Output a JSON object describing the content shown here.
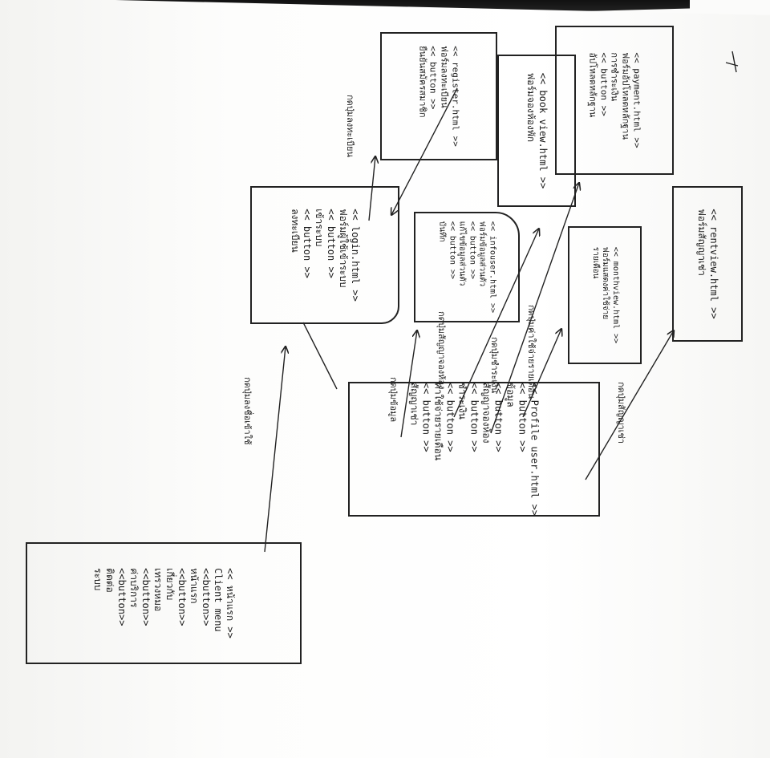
{
  "boxes": {
    "main": {
      "lines": [
        "<< หน้าแรก >>",
        "Client menu",
        "<<button>>",
        "หน้าแรก",
        "<<button>>",
        "เกี่ยวกับ",
        "เทรวงหมอ",
        "<<button>>",
        "ค่าบริการ",
        "<<button>>",
        "ติดต่อ",
        "ระบบ"
      ]
    },
    "login": {
      "lines": [
        "<< login.html >>",
        "ฟอร์มผู้ใช้เข้าระบบ",
        "<< button >>",
        "เข้าระบบ",
        "<< button >>",
        "ลงทะเบียน"
      ]
    },
    "register": {
      "lines": [
        "<< register.html >>",
        "ฟอร์มลงทะเบียน",
        "<< button >>",
        "ยืนยันสมัครสมาชิก"
      ]
    },
    "bookview": {
      "lines": [
        "<< book view.html >>",
        "ฟอร์มจองห้องพัก"
      ]
    },
    "payment": {
      "lines": [
        "<< payment.html >>",
        "ฟอร์มอัปโหลดหลักฐาน",
        "การชำระเงิน",
        "<< button >>",
        "อัปโหลดหลักฐาน"
      ]
    },
    "infouser": {
      "lines": [
        "<< infouser.html >>",
        "ฟอร์มข้อมูลส่วนตัว",
        "<< button >>",
        "แก้ไขข้อมูลส่วนตัว",
        "<< button >>",
        "บันทึก"
      ]
    },
    "monthview": {
      "lines": [
        "<< monthview.html >>",
        "ฟอร์มแสดงค่าใช้จ่าย",
        "รายเดือน"
      ]
    },
    "rentview": {
      "lines": [
        "<< rentview.html >>",
        "ฟอร์มสัญญาเช่า"
      ]
    },
    "profile": {
      "lines": [
        "<< Profile user.html >>",
        "<< button >>",
        "ข้อมูล",
        "<< button >>",
        "สัญญาจองห้อง",
        "<< button >>",
        "ชำระเงิน",
        "<< button >>",
        "ค่าใช้จ่ายรายเดือน",
        "<< button >>",
        "สัญญาเช่า"
      ]
    }
  },
  "connections": {
    "main_login": "กดปุ่มลงชื่อเข้าใช้",
    "login_register": "กดปุ่มลงทะเบียน",
    "profile_info": "กดปุ่มข้อมูล",
    "profile_book": "กดปุ่มสัญญาจองห้อง",
    "profile_payment": "กดปุ่มชำระเงิน",
    "profile_month": "กดปุ่มค่าใช้จ่ายรายเดือน",
    "profile_rent": "กดปุ่มสัญญาเช่า"
  }
}
